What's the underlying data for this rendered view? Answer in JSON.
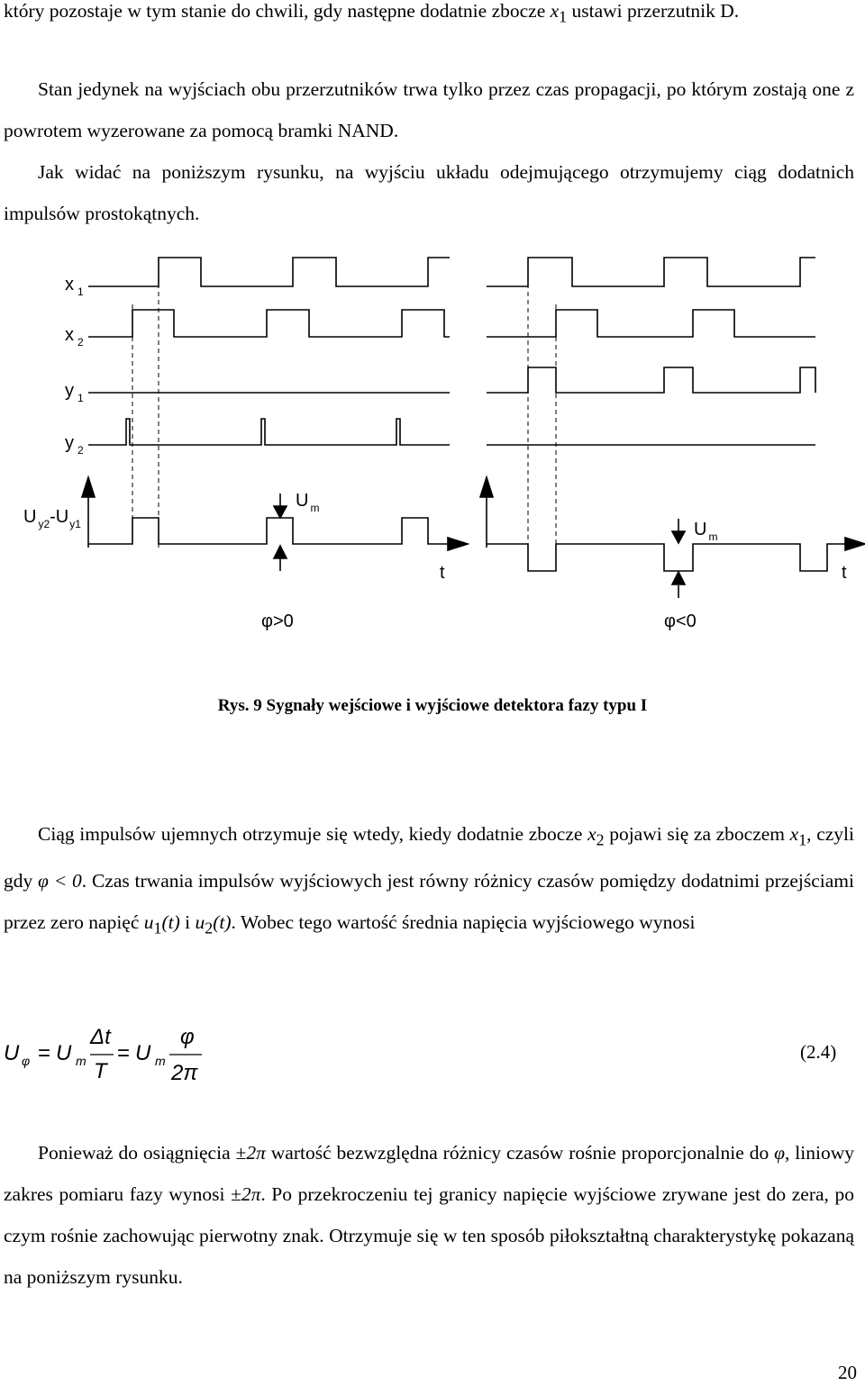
{
  "text": {
    "p1": [
      "który pozostaje w tym stanie do chwili, gdy następne dodatnie zbocze ",
      "x",
      "1",
      " ustawi przerzutnik D."
    ],
    "p2": "Stan jedynek na wyjściach obu przerzutników trwa tylko przez czas propagacji, po którym zostają one z powrotem wyzerowane za pomocą bramki NAND.",
    "p3": "Jak widać na poniższym rysunku, na wyjściu układu odejmującego otrzymujemy ciąg dodatnich impulsów prostokątnych.",
    "p4": [
      "Ciąg impulsów ujemnych otrzymuje się wtedy, kiedy dodatnie zbocze ",
      "x",
      "2",
      " pojawi się za zboczem ",
      "x",
      "1",
      ", czyli gdy ",
      "φ < 0",
      ". Czas trwania impulsów wyjściowych jest równy różnicy czasów pomiędzy dodatnimi przejściami przez zero napięć ",
      "u",
      "1",
      "(t)",
      " i ",
      "u",
      "2",
      "(t)",
      ". Wobec tego wartość średnia napięcia wyjściowego wynosi"
    ],
    "p5": [
      "Ponieważ do osiągnięcia ",
      "±2π",
      " wartość bezwzględna różnicy czasów rośnie proporcjonalnie do ",
      "φ",
      ", liniowy zakres pomiaru fazy wynosi ",
      "±2π",
      ". Po przekroczeniu tej granicy napięcie wyjściowe zrywane jest do zera, po czym rośnie zachowując pierwotny znak. Otrzymuje się w ten sposób piłokształtną charakterystykę pokazaną na poniższym rysunku."
    ]
  },
  "figure": {
    "caption_prefix": "Rys. 9",
    "caption_text": " Sygnały wejściowe i wyjściowe detektora fazy typu I",
    "signal_labels": {
      "x1": [
        "x",
        "1"
      ],
      "x2": [
        "x",
        "2"
      ],
      "y1": [
        "y",
        "1"
      ],
      "y2": [
        "y",
        "2"
      ],
      "out": [
        "U",
        "y2",
        "-U",
        "y1"
      ]
    },
    "um_label": [
      "U",
      "m"
    ],
    "t_label": "t",
    "phi_pos": "φ>0",
    "phi_neg": "φ<0"
  },
  "equation": {
    "lhs": "U",
    "lhs_sub": "φ",
    "eq": "=",
    "U": "U",
    "m": "m",
    "num1": "Δt",
    "den1": "T",
    "num2": "φ",
    "den2": "2π",
    "number": "(2.4)"
  },
  "page_number": "20"
}
